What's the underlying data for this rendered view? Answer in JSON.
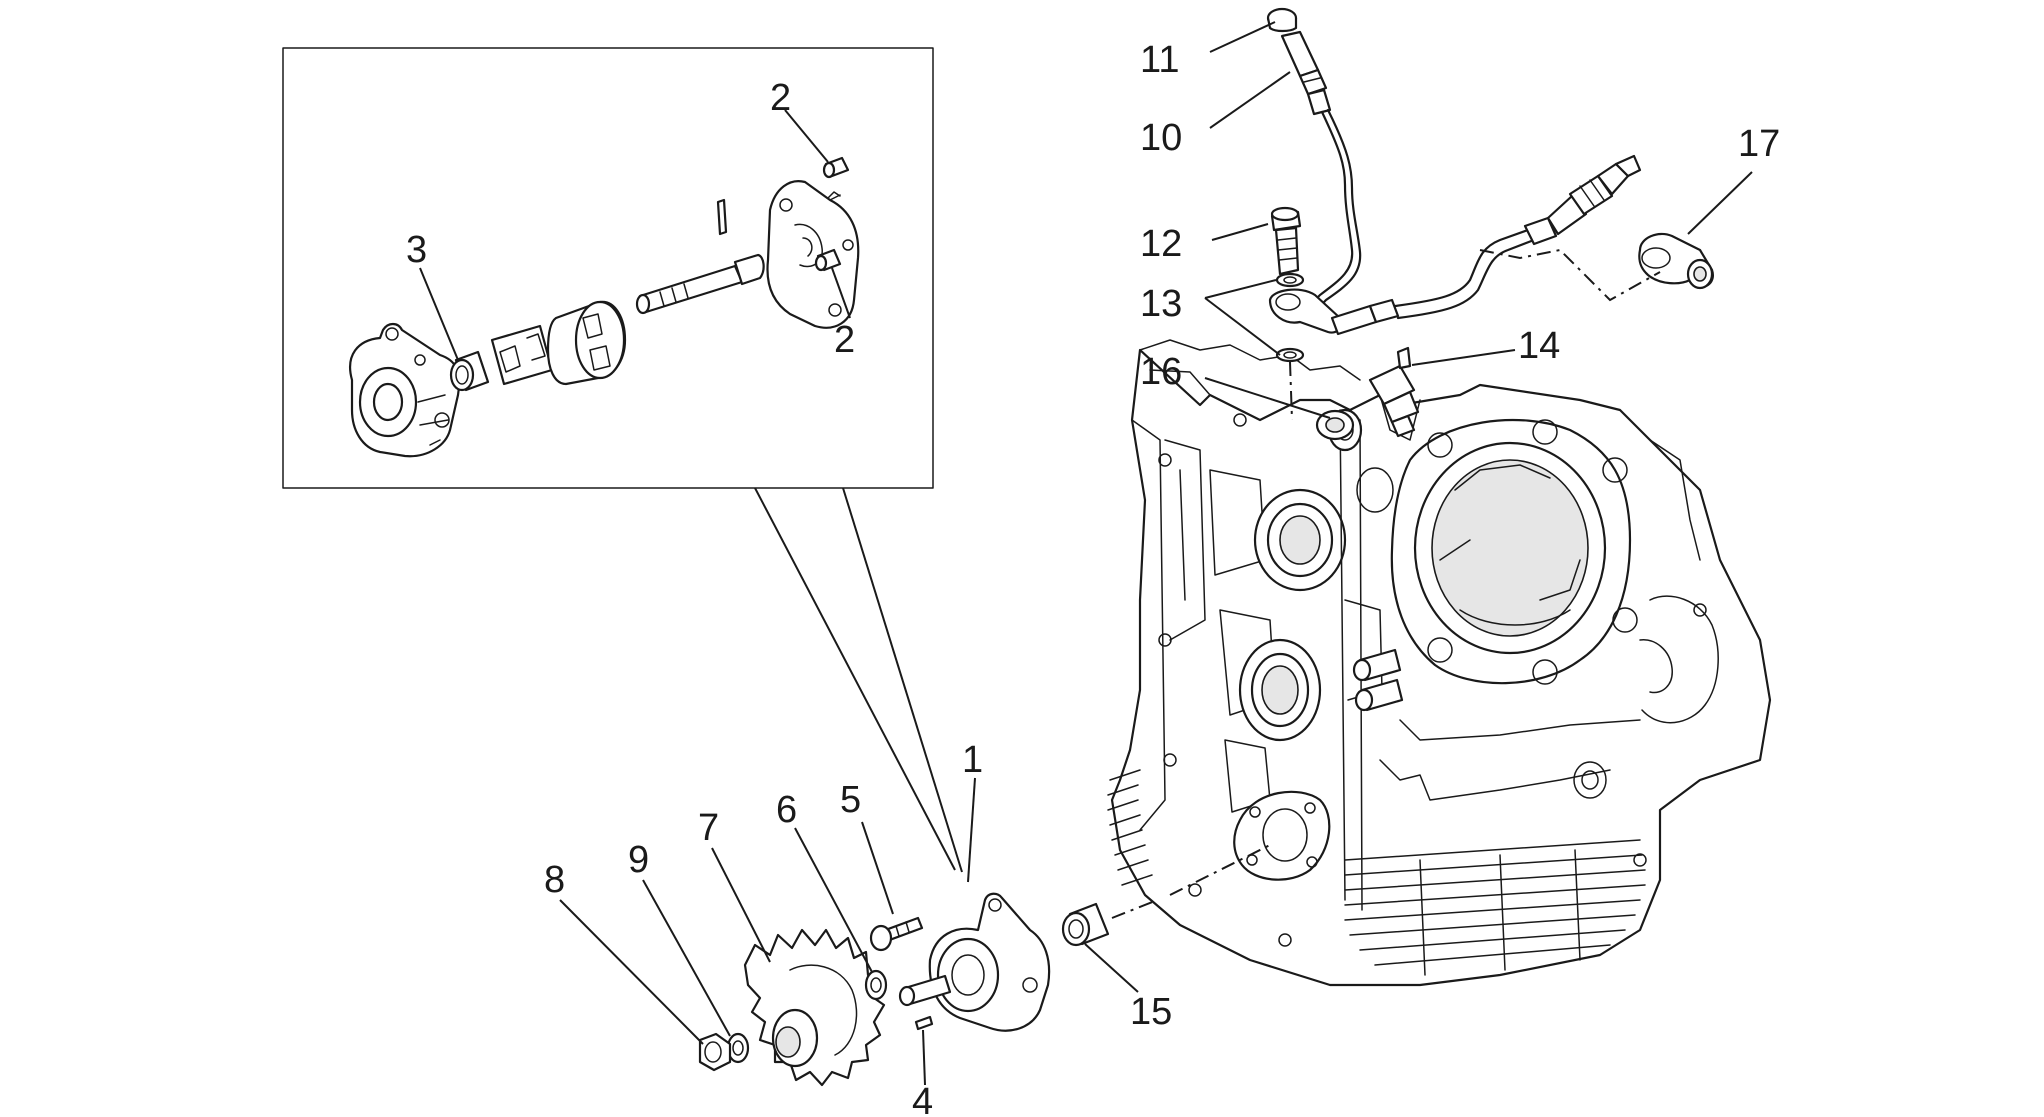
{
  "diagram": {
    "callouts": [
      {
        "id": "c1",
        "label": "1"
      },
      {
        "id": "c2a",
        "label": "2"
      },
      {
        "id": "c2b",
        "label": "2"
      },
      {
        "id": "c3",
        "label": "3"
      },
      {
        "id": "c4",
        "label": "4"
      },
      {
        "id": "c5",
        "label": "5"
      },
      {
        "id": "c6",
        "label": "6"
      },
      {
        "id": "c7",
        "label": "7"
      },
      {
        "id": "c8",
        "label": "8"
      },
      {
        "id": "c9",
        "label": "9"
      },
      {
        "id": "c10",
        "label": "10"
      },
      {
        "id": "c11",
        "label": "11"
      },
      {
        "id": "c12",
        "label": "12"
      },
      {
        "id": "c13",
        "label": "13"
      },
      {
        "id": "c14",
        "label": "14"
      },
      {
        "id": "c15",
        "label": "15"
      },
      {
        "id": "c16",
        "label": "16"
      },
      {
        "id": "c17",
        "label": "17"
      }
    ],
    "colors": {
      "line": "#1a1a1a",
      "background": "#ffffff",
      "shade": "#e6e6e6"
    }
  }
}
